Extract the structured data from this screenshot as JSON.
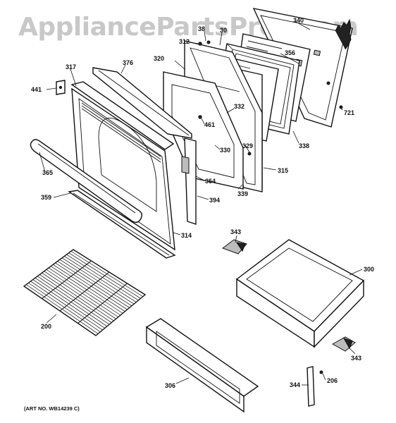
{
  "watermark": "AppliancePartsPros.com",
  "art_number": "(ART NO. WB14239 C)",
  "callouts": [
    {
      "id": "c38",
      "label": "38"
    },
    {
      "id": "c340",
      "label": "340"
    },
    {
      "id": "c312",
      "label": "312"
    },
    {
      "id": "c30",
      "label": "30"
    },
    {
      "id": "c356",
      "label": "356"
    },
    {
      "id": "c320",
      "label": "320"
    },
    {
      "id": "c376",
      "label": "376"
    },
    {
      "id": "c317",
      "label": "317"
    },
    {
      "id": "c441",
      "label": "441"
    },
    {
      "id": "c332",
      "label": "332"
    },
    {
      "id": "c721",
      "label": "721"
    },
    {
      "id": "c461",
      "label": "461"
    },
    {
      "id": "c338",
      "label": "338"
    },
    {
      "id": "c329",
      "label": "329"
    },
    {
      "id": "c330",
      "label": "330"
    },
    {
      "id": "c315",
      "label": "315"
    },
    {
      "id": "c365",
      "label": "365"
    },
    {
      "id": "c354",
      "label": "354"
    },
    {
      "id": "c339",
      "label": "339"
    },
    {
      "id": "c359",
      "label": "359"
    },
    {
      "id": "c394",
      "label": "394"
    },
    {
      "id": "c314",
      "label": "314"
    },
    {
      "id": "c343a",
      "label": "343"
    },
    {
      "id": "c300",
      "label": "300"
    },
    {
      "id": "c200",
      "label": "200"
    },
    {
      "id": "c343b",
      "label": "343"
    },
    {
      "id": "c206",
      "label": "206"
    },
    {
      "id": "c306",
      "label": "306"
    },
    {
      "id": "c344",
      "label": "344"
    }
  ]
}
